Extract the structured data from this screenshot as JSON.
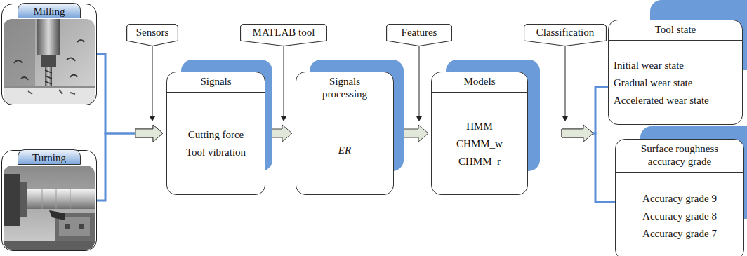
{
  "diagram": {
    "nodes": [
      {
        "text": [
          "Milling"
        ]
      },
      {
        "text": [
          "Turning"
        ]
      },
      {
        "text": [
          "Sensors"
        ]
      },
      {
        "text": [
          "Signals",
          "Cutting force",
          "Tool vibration"
        ]
      },
      {
        "text": [
          "MATLAB tool"
        ]
      },
      {
        "text": [
          "Signals processing",
          "ER"
        ]
      },
      {
        "text": [
          "Features"
        ]
      },
      {
        "text": [
          "Models",
          "HMM",
          "CHMM_w",
          "CHMM_r"
        ]
      },
      {
        "text": [
          "Classification"
        ]
      },
      {
        "text": [
          "Tool state",
          "Initial wear state",
          "Gradual wear state",
          "Accelerated wear state"
        ]
      },
      {
        "text": [
          "Surface roughness accuracy grade",
          "Accuracy grade 9",
          "Accuracy grade 8",
          "Accuracy grade 7"
        ]
      }
    ],
    "edges": [
      {
        "from": 0,
        "to": 3,
        "arrow": "to"
      },
      {
        "from": 1,
        "to": 3,
        "arrow": "to"
      },
      {
        "from": 3,
        "to": 5,
        "arrow": "to"
      },
      {
        "from": 5,
        "to": 7,
        "arrow": "to"
      },
      {
        "from": 7,
        "to": 9,
        "arrow": "to"
      },
      {
        "from": 7,
        "to": 10,
        "arrow": "to"
      }
    ]
  }
}
